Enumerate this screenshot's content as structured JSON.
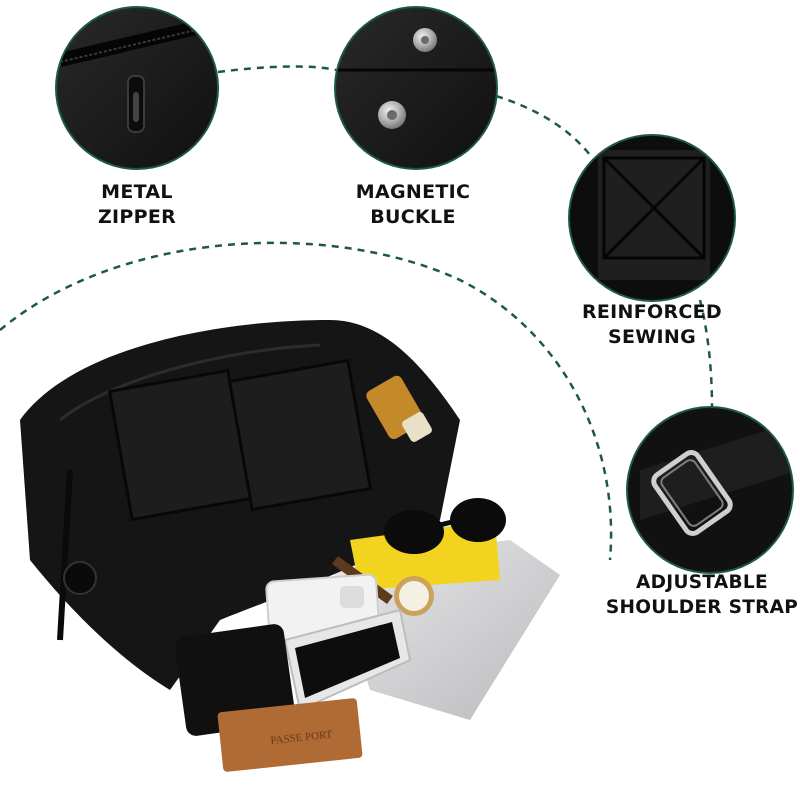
{
  "features": [
    {
      "id": "metal-zipper",
      "lines": [
        "METAL",
        "ZIPPER"
      ]
    },
    {
      "id": "magnetic-buckle",
      "lines": [
        "MAGNETIC",
        "BUCKLE"
      ]
    },
    {
      "id": "reinforced-sewing",
      "lines": [
        "REINFORCED",
        "SEWING"
      ]
    },
    {
      "id": "adjustable-strap",
      "lines": [
        "ADJUSTABLE",
        "SHOULDER STRAP"
      ]
    }
  ],
  "product_contents_text": {
    "passport_cover": "PASSE PORT"
  },
  "colors": {
    "accent_dashed_line": "#1d5a3e",
    "circle_ring": "#1d5a3e",
    "bag_black": "#161616"
  }
}
